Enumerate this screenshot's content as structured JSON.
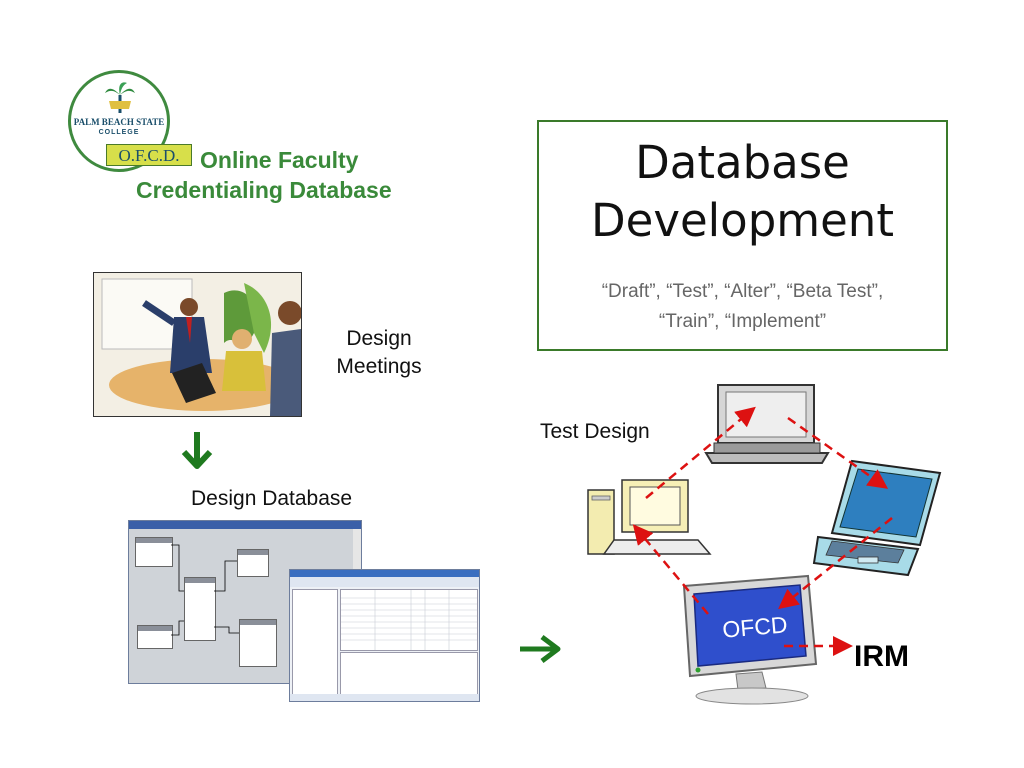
{
  "logo": {
    "line1": "PALM BEACH STATE",
    "line2": "COLLEGE",
    "badge": "O.F.C.D."
  },
  "brand": {
    "line1": "Online Faculty",
    "line2": "Credentialing Database"
  },
  "dev_box": {
    "title_line1": "Database",
    "title_line2": "Development",
    "subtitle_line1": "“Draft”, “Test”, “Alter”, “Beta Test”,",
    "subtitle_line2": "“Train”, “Implement”"
  },
  "labels": {
    "design_meetings_1": "Design",
    "design_meetings_2": "Meetings",
    "design_database": "Design Database",
    "test_design": "Test Design",
    "monitor_text": "OFCD",
    "irm": "IRM"
  },
  "colors": {
    "green_arrow": "#1f7a1f",
    "dashed_red": "#dd1111",
    "brand_green": "#3a8a3a"
  }
}
